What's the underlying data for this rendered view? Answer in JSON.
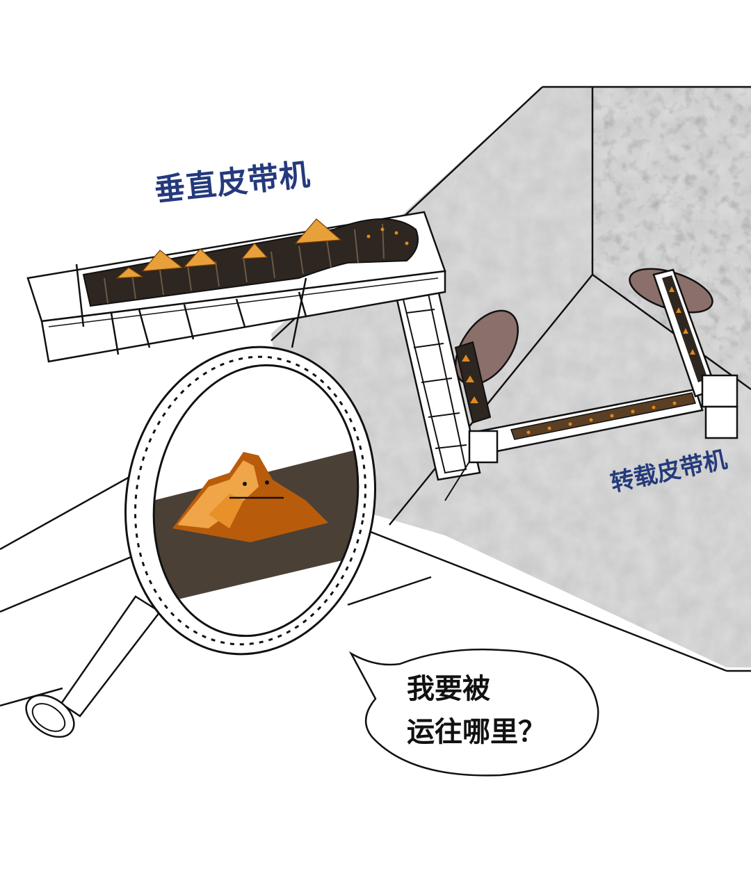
{
  "labels": {
    "vertical_belt": "垂直皮带机",
    "transfer_belt": "转载皮带机"
  },
  "speech": {
    "line1": "我要被",
    "line2": "运往哪里？"
  },
  "colors": {
    "label_blue": "#253a7c",
    "ore_orange": "#e0891e",
    "ore_dark": "#b85c0b",
    "belt_dark": "#2e2620",
    "rock_grey": "#b8b8b8",
    "tunnel_dark": "#4a4035"
  }
}
